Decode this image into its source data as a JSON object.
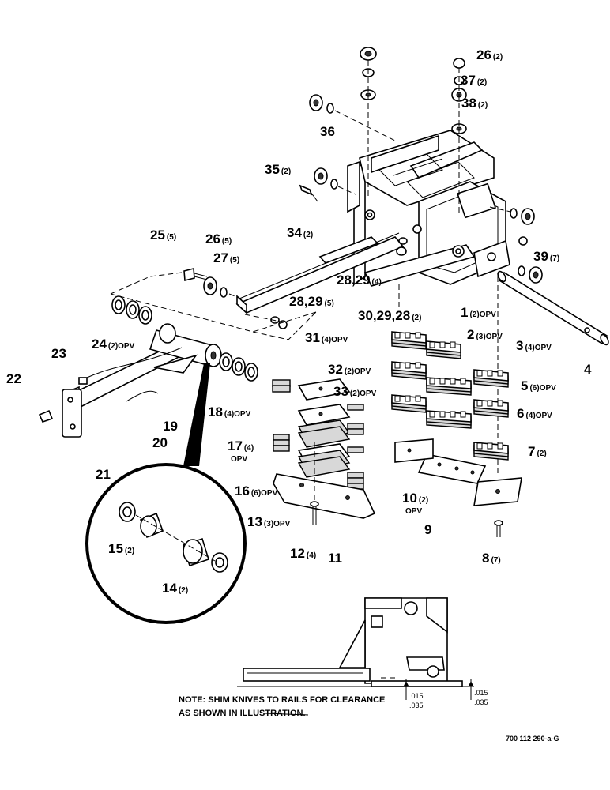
{
  "callouts": [
    {
      "id": "c26a",
      "num": "26",
      "qty": "(2)"
    },
    {
      "id": "c37",
      "num": "37",
      "qty": "(2)"
    },
    {
      "id": "c38",
      "num": "38",
      "qty": "(2)"
    },
    {
      "id": "c36",
      "num": "36",
      "qty": ""
    },
    {
      "id": "c35",
      "num": "35",
      "qty": "(2)"
    },
    {
      "id": "c34",
      "num": "34",
      "qty": "(2)"
    },
    {
      "id": "c25",
      "num": "25",
      "qty": "(5)"
    },
    {
      "id": "c26b",
      "num": "26",
      "qty": "(5)"
    },
    {
      "id": "c27",
      "num": "27",
      "qty": "(5)"
    },
    {
      "id": "c39",
      "num": "39",
      "qty": "(7)"
    },
    {
      "id": "c2829a",
      "num": "28,29",
      "qty": "(4)"
    },
    {
      "id": "c2829b",
      "num": "28,29",
      "qty": "(5)"
    },
    {
      "id": "c302928",
      "num": "30,29,28",
      "qty": "(2)"
    },
    {
      "id": "c24",
      "num": "24",
      "qty": "(2)OPV"
    },
    {
      "id": "c23",
      "num": "23",
      "qty": ""
    },
    {
      "id": "c22",
      "num": "22",
      "qty": ""
    },
    {
      "id": "c19",
      "num": "19",
      "qty": ""
    },
    {
      "id": "c20",
      "num": "20",
      "qty": ""
    },
    {
      "id": "c21",
      "num": "21",
      "qty": ""
    },
    {
      "id": "c18",
      "num": "18",
      "qty": "(4)OPV"
    },
    {
      "id": "c17",
      "num": "17",
      "qty": "(4)"
    },
    {
      "id": "c16",
      "num": "16",
      "qty": "(6)OPV"
    },
    {
      "id": "c13",
      "num": "13",
      "qty": "(3)OPV"
    },
    {
      "id": "c12",
      "num": "12",
      "qty": "(4)"
    },
    {
      "id": "c11",
      "num": "11",
      "qty": ""
    },
    {
      "id": "c31",
      "num": "31",
      "qty": "(4)OPV"
    },
    {
      "id": "c32",
      "num": "32",
      "qty": "(2)OPV"
    },
    {
      "id": "c33",
      "num": "33",
      "qty": "(2)OPV"
    },
    {
      "id": "c1",
      "num": "1",
      "qty": "(2)OPV"
    },
    {
      "id": "c2",
      "num": "2",
      "qty": "(3)OPV"
    },
    {
      "id": "c3",
      "num": "3",
      "qty": "(4)OPV"
    },
    {
      "id": "c4",
      "num": "4",
      "qty": ""
    },
    {
      "id": "c5",
      "num": "5",
      "qty": "(6)OPV"
    },
    {
      "id": "c6",
      "num": "6",
      "qty": "(4)OPV"
    },
    {
      "id": "c7",
      "num": "7",
      "qty": "(2)"
    },
    {
      "id": "c10",
      "num": "10",
      "qty": "(2)"
    },
    {
      "id": "c9",
      "num": "9",
      "qty": ""
    },
    {
      "id": "c8",
      "num": "8",
      "qty": "(7)"
    },
    {
      "id": "c15",
      "num": "15",
      "qty": "(2)"
    },
    {
      "id": "c14",
      "num": "14",
      "qty": "(2)"
    }
  ],
  "opv_extra": {
    "c17": "OPV",
    "c10": "OPV"
  },
  "note_line1": "NOTE: SHIM KNIVES TO RAILS FOR CLEARANCE",
  "note_line2": "AS SHOWN IN ILLUSTRATION.",
  "dim_a_top": ".015",
  "dim_a_bottom": ".035",
  "dim_b_top": ".015",
  "dim_b_bottom": ".035",
  "drawing_code": "700 112 290-a-G"
}
